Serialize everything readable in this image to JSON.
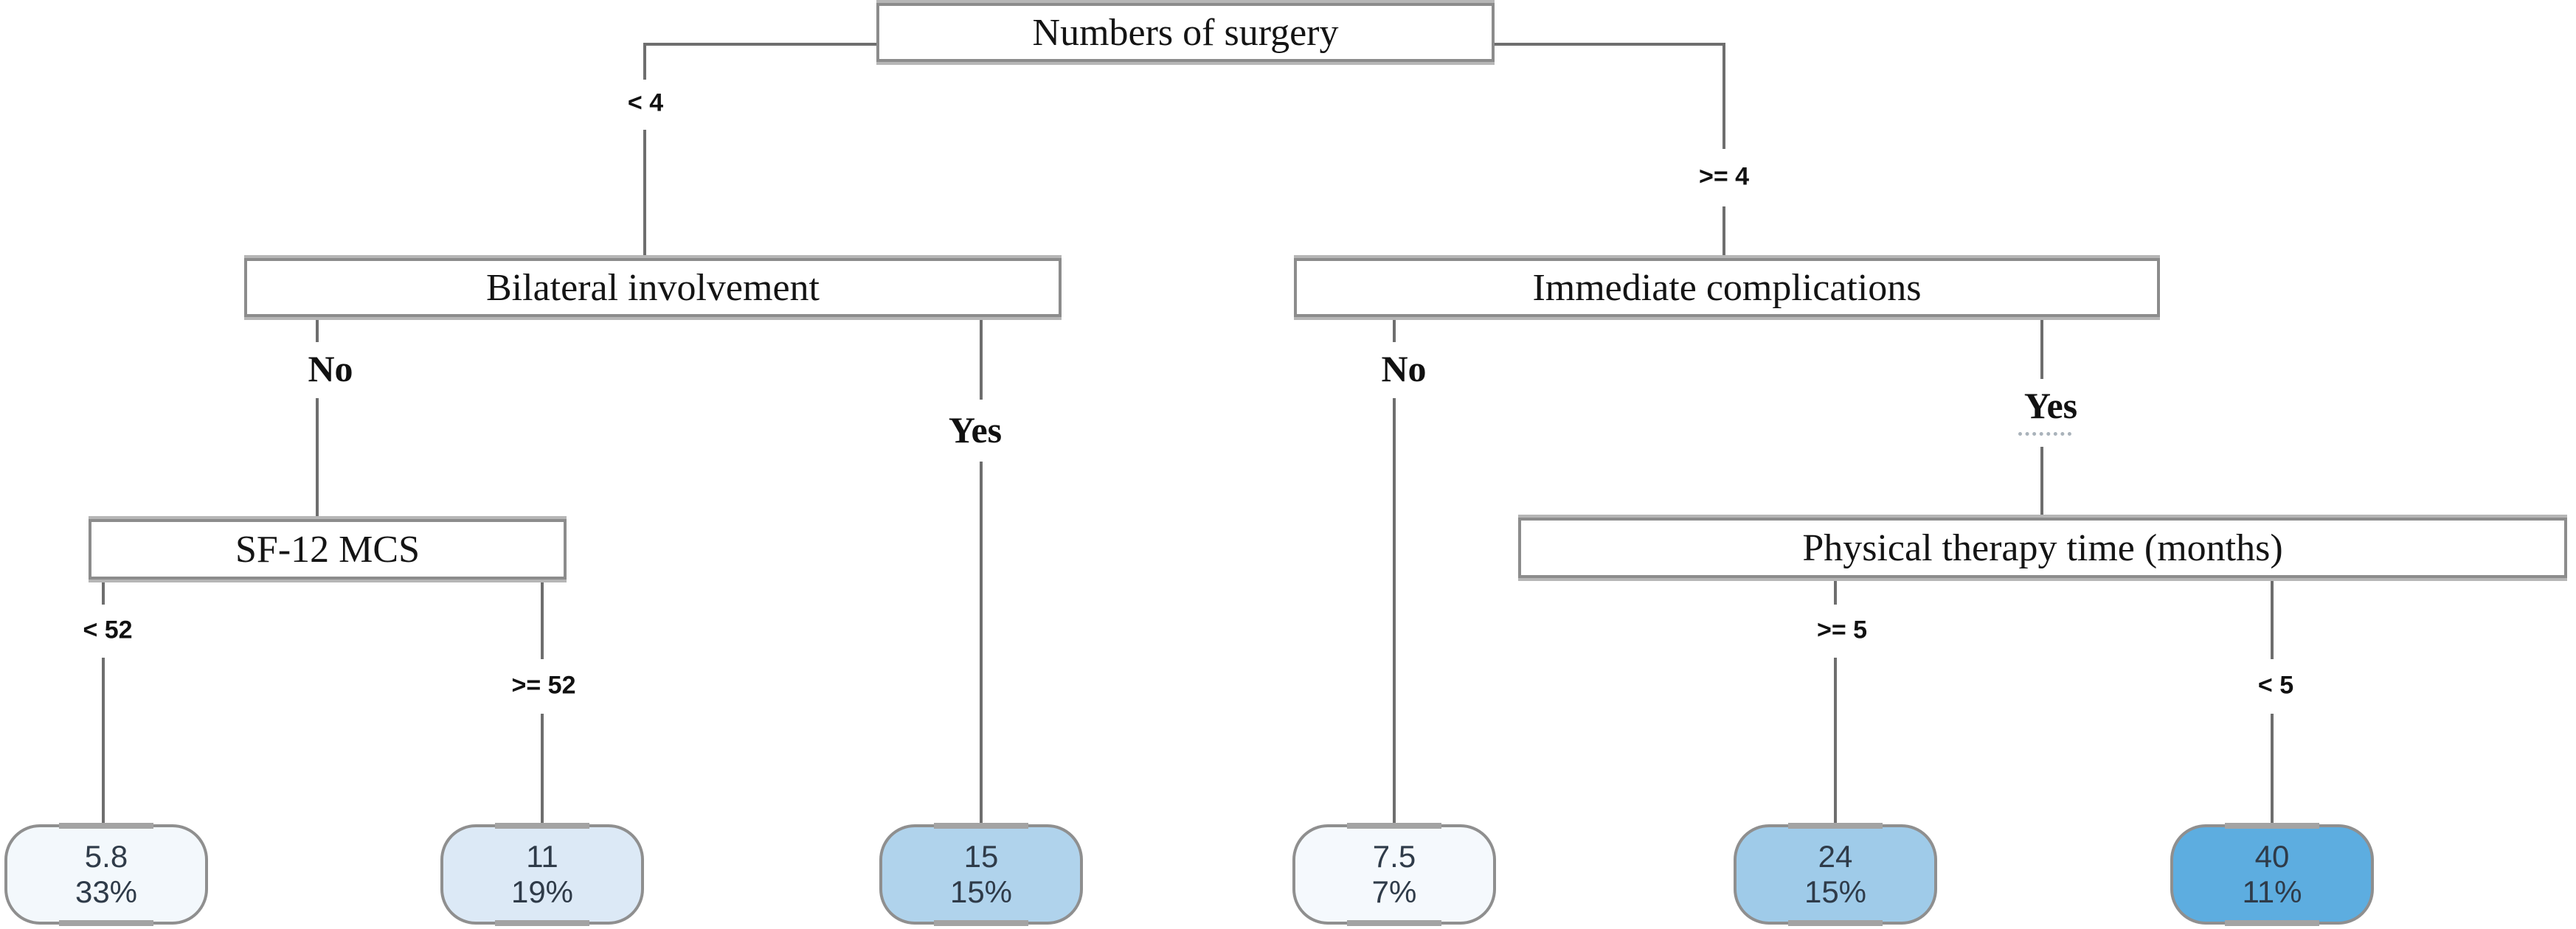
{
  "figure_type": "decision-tree",
  "nodes": {
    "root": {
      "label": "Numbers of surgery",
      "left_branch": "< 4",
      "right_branch": ">= 4"
    },
    "bilateral": {
      "label": "Bilateral involvement",
      "left_branch": "No",
      "right_branch": "Yes"
    },
    "sf12": {
      "label": "SF-12 MCS",
      "left_branch": "< 52",
      "right_branch": ">= 52"
    },
    "immediate": {
      "label": "Immediate complications",
      "left_branch": "No",
      "right_branch": "Yes"
    },
    "pt": {
      "label": "Physical therapy time (months)",
      "left_branch": ">= 5",
      "right_branch": "< 5"
    }
  },
  "leaves": [
    {
      "value": "5.8",
      "percent": "33%",
      "fill": "#f3f8fc"
    },
    {
      "value": "11",
      "percent": "19%",
      "fill": "#dce9f6"
    },
    {
      "value": "15",
      "percent": "15%",
      "fill": "#b0d3ec"
    },
    {
      "value": "7.5",
      "percent": "7%",
      "fill": "#f5f9fd"
    },
    {
      "value": "24",
      "percent": "15%",
      "fill": "#9fcbe9"
    },
    {
      "value": "40",
      "percent": "11%",
      "fill": "#5dade0"
    }
  ],
  "colors": {
    "line": "#6e6e6e",
    "node_border": "#8c8c8c",
    "leaf_border": "#8f8f8f",
    "node_text": "#141414",
    "leaf_text": "#2f3b49",
    "background": "#ffffff"
  }
}
